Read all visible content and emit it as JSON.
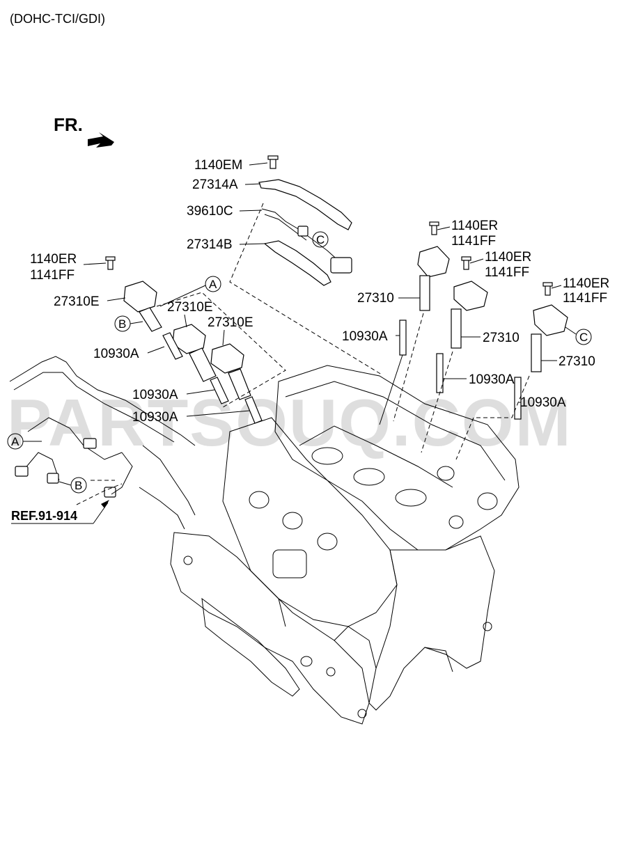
{
  "header": {
    "variant": "(DOHC-TCI/GDI)"
  },
  "front_indicator": {
    "label": "FR."
  },
  "watermark": {
    "text": "PARTSOUQ.COM"
  },
  "reference": {
    "label": "REF.91-914"
  },
  "callouts": {
    "a": "A",
    "b": "B",
    "c": "C"
  },
  "part_numbers": {
    "bolt_em": "1140EM",
    "bracket_a": "27314A",
    "harness_c": "39610C",
    "bracket_b": "27314B",
    "bolt_er": "1140ER",
    "bolt_ff": "1141FF",
    "coil_e": "27310E",
    "coil": "27310",
    "plug": "10930A"
  }
}
